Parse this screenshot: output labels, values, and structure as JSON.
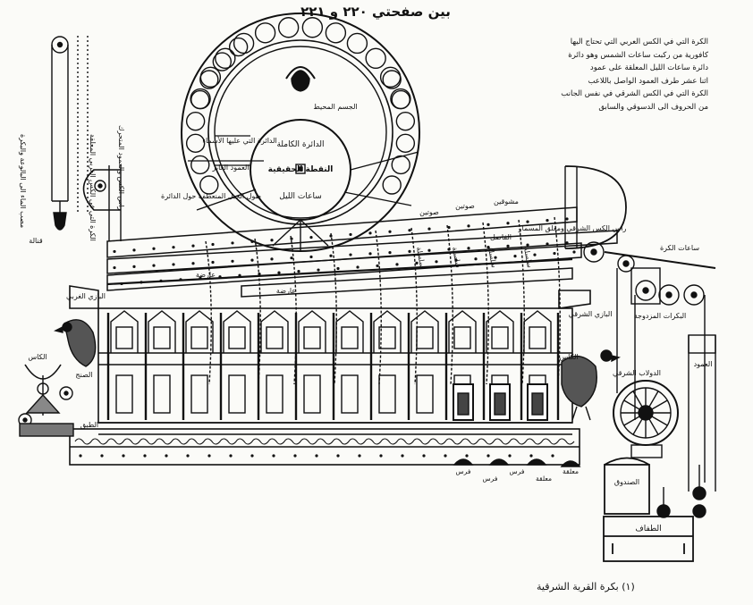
{
  "header": "بين صفحتي ٢٢٠ و ٢٢١",
  "caption": "(١) بكرة القرية الشرقية",
  "notes": {
    "top_right": [
      "الكرة التي في الكس العربي التي تحتاج اليها",
      "كافورية من ركبت ساعات الشمس وهو دائرة",
      "دائرة ساعات الليل المعلقة على عمود",
      "اثنا عشر طرف العمود الواصل باللاعب",
      "الكرة التي في الكس الشرقي في نفس الجانب",
      "من الحروف الى الدسوقي والسابق"
    ],
    "left_vertical": [
      "مصب الماء الى البالوعة والبكرة",
      "الكرة التي في الكس الغربي المعلقة",
      "راس الكس والعمود المتحرك"
    ]
  },
  "dial": {
    "outer_ring": "الجسم المحيط",
    "inner_title": "الدائرة الكاملة",
    "center": "النقطة الحقيقية",
    "night_hours": "ساعات الليل",
    "left_label": "العمود العابر",
    "upper_label": "الدائرة التي عليها الأسماء",
    "ring_left": "طول الحبل المنعطف حول الدائرة"
  },
  "labels": {
    "rope_main": "راس الكس الشرقي ومعلق المسمار",
    "pulley_group": "البكرات المزدوجة",
    "pulley_upper": "ساعات الكرة",
    "eagle_left": "البازي الغربي",
    "eagle_right": "البازي الشرقي",
    "cup_left": "الكاس",
    "cup_right": "الكاس",
    "wheel_right": "الدولاب الشرقي",
    "stand_right": "العمود",
    "box_lower": "الطفاف",
    "box_upper": "الصندوق",
    "bar_label_1": "مشوقين",
    "bar_label_2": "صوتين",
    "bar_label_3": "صوتين",
    "bar_label_4": "الفاصل",
    "bar_label_5": "عارضة",
    "bar_label_6": "عارضة",
    "chain_labels": [
      "سلسلة",
      "سلسلة",
      "سلسلة",
      "سلسلة"
    ],
    "bottom_labels": [
      "فرس",
      "فرس",
      "فرس",
      "معلقة",
      "معلقة"
    ],
    "drop_left": "قنالة",
    "bar_lower_left": "الطبق",
    "ball_left": "الصنج"
  }
}
